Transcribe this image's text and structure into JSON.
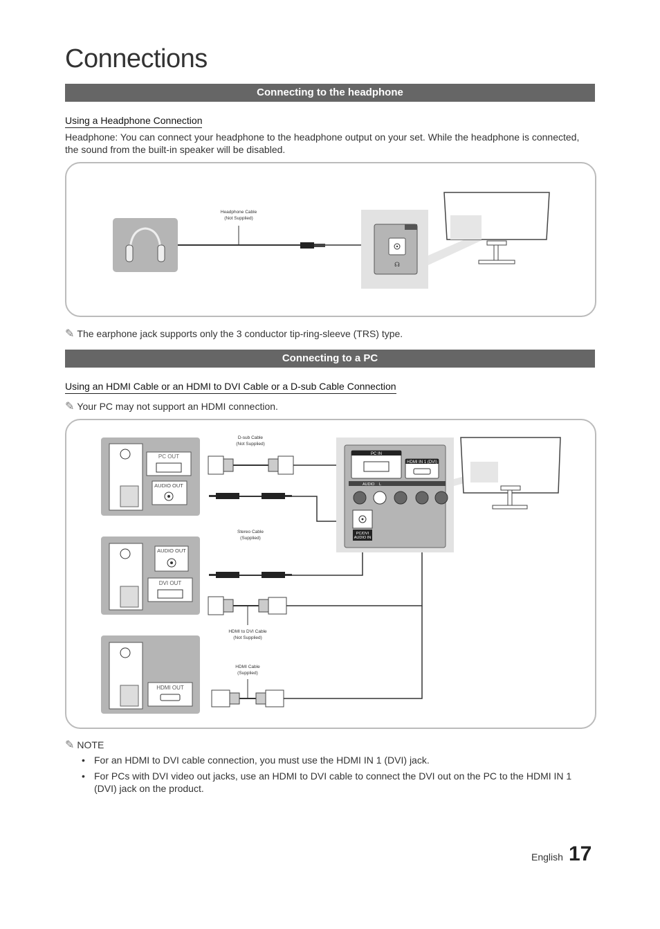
{
  "page": {
    "title": "Connections",
    "footer_language": "English",
    "page_number": "17"
  },
  "headphone_section": {
    "bar_title": "Connecting to the headphone",
    "subtitle": "Using a Headphone Connection",
    "body": "Headphone: You can connect your headphone to the headphone output on your set. While the headphone is connected, the sound from the built-in speaker will be disabled.",
    "diagram": {
      "cable_label_1": "Headphone Cable",
      "cable_label_2": "(Not Supplied)",
      "icons": [
        "headphones-icon",
        "headphone-jack-icon",
        "tv-monitor-icon"
      ]
    },
    "note": "The earphone jack supports only the 3 conductor tip-ring-sleeve (TRS) type."
  },
  "pc_section": {
    "bar_title": "Connecting to a PC",
    "subtitle": "Using an HDMI Cable or an HDMI to DVI Cable or a D-sub Cable Connection",
    "note": "Your PC may not support an HDMI connection.",
    "diagram": {
      "pc_out": "PC OUT",
      "audio_out_1": "AUDIO OUT",
      "audio_out_2": "AUDIO OUT",
      "dvi_out": "DVI OUT",
      "hdmi_out": "HDMI OUT",
      "dsub_label_1": "D-sub Cable",
      "dsub_label_2": "(Not Supplied)",
      "stereo_label_1": "Stereo Cable",
      "stereo_label_2": "(Supplied)",
      "hdmi_dvi_label_1": "HDMI to DVI Cable",
      "hdmi_dvi_label_2": "(Not Supplied)",
      "hdmi_label_1": "HDMI Cable",
      "hdmi_label_2": "(Supplied)",
      "pc_in": "PC IN",
      "hdmi_in": "HDMI IN 1 (DVI)",
      "audio": "AUDIO",
      "audio_l": "L",
      "pc_dvi_1": "PC/DVI",
      "pc_dvi_2": "AUDIO IN"
    },
    "note_heading": "NOTE",
    "bullets": [
      "For an HDMI to DVI cable connection, you must use the HDMI IN 1 (DVI) jack.",
      "For PCs with DVI video out jacks, use an HDMI to DVI cable to connect the DVI out on the PC to the HDMI IN 1 (DVI) jack on the product."
    ]
  }
}
